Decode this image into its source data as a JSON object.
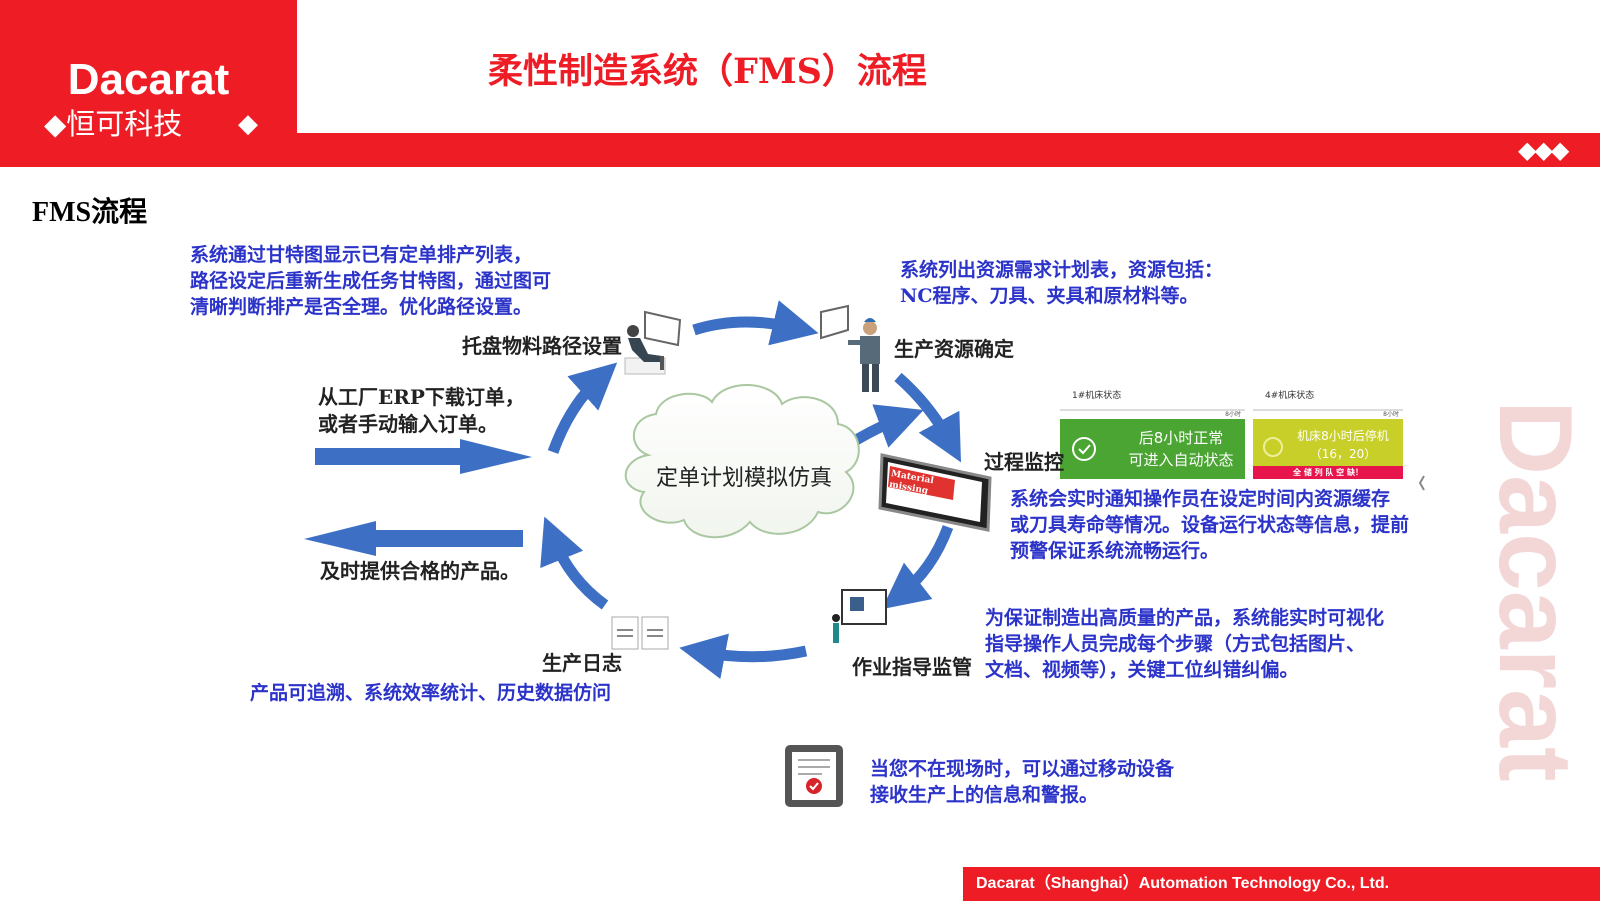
{
  "header": {
    "brand": "Dacarat",
    "brand_cn": "◆恒可科技",
    "brand_diamond": "◆",
    "band_diamonds": "◆◆◆",
    "title": "柔性制造系统（FMS）流程"
  },
  "section_title": "FMS流程",
  "center": {
    "label": "定单计划模拟仿真"
  },
  "nodes": {
    "pallet": "托盘物料路径设置",
    "resource": "生产资源确定",
    "monitor": "过程监控",
    "guidance": "作业指导监管",
    "log": "生产日志"
  },
  "notes": {
    "gantt": [
      "系统通过甘特图显示已有定单排产列表，",
      "路径设定后重新生成任务甘特图，通过图可",
      "清晰判断排产是否全理。优化路径设置。"
    ],
    "resource_plan": [
      "系统列出资源需求计划表，资源包括：",
      "NC程序、刀具、夹具和原材料等。"
    ],
    "erp": [
      "从工厂ERP下载订单，",
      "或者手动输入订单。"
    ],
    "delivery": "及时提供合格的产品。",
    "monitor_desc": [
      "系统会实时通知操作员在设定时间内资源缓存",
      "或刀具寿命等情况。设备运行状态等信息，提前",
      "预警保证系统流畅运行。"
    ],
    "guidance_desc": [
      "为保证制造出高质量的产品，系统能实时可视化",
      "指导操作人员完成每个步骤（方式包括图片、",
      "文档、视频等），关键工位纠错纠偏。"
    ],
    "log_desc": "产品可追溯、系统效率统计、历史数据仿问",
    "mobile": [
      "当您不在现场时，可以通过移动设备",
      "接收生产上的信息和警报。"
    ]
  },
  "status_cards": [
    {
      "header": "1#机床状态",
      "sub": "8小时",
      "text": [
        "后8小时正常",
        "可进入自动状态"
      ],
      "color": "#4aa532"
    },
    {
      "header": "4#机床状态",
      "sub": "8小时",
      "text": [
        "机床8小时后停机",
        "（16，20）"
      ],
      "footer": "全 储 列 队 空 缺！",
      "color": "#c8cf28"
    }
  ],
  "screen_label": [
    "Material",
    "missing"
  ],
  "watermark": "Dacarat",
  "footer": "Dacarat（Shanghai）Automation Technology Co., Ltd.",
  "colors": {
    "brand_red": "#ee1c25",
    "arrow_blue": "#3d6fc4",
    "text_blue": "#2b33c9"
  }
}
